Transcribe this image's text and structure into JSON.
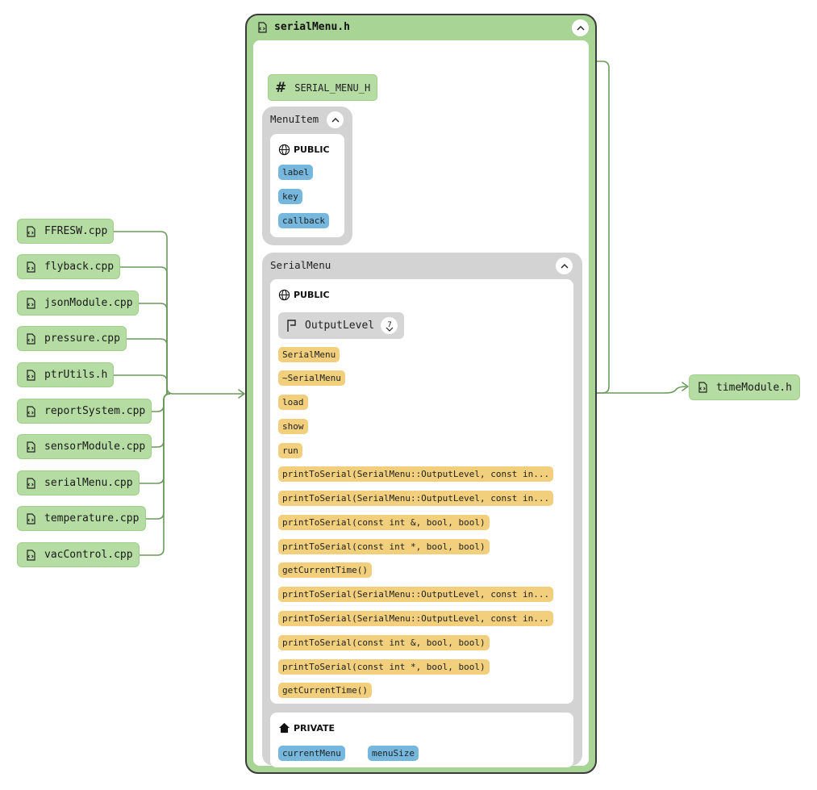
{
  "includers": [
    {
      "label": "FFRESW.cpp"
    },
    {
      "label": "flyback.cpp"
    },
    {
      "label": "jsonModule.cpp"
    },
    {
      "label": "pressure.cpp"
    },
    {
      "label": "ptrUtils.h"
    },
    {
      "label": "reportSystem.cpp"
    },
    {
      "label": "sensorModule.cpp"
    },
    {
      "label": "serialMenu.cpp"
    },
    {
      "label": "temperature.cpp"
    },
    {
      "label": "vacControl.cpp"
    }
  ],
  "file": {
    "title": "serialMenu.h",
    "macro": "SERIAL_MENU_H",
    "menu_item": {
      "name": "MenuItem",
      "public_label": "PUBLIC",
      "members": [
        "label",
        "key",
        "callback"
      ]
    },
    "serial_menu": {
      "name": "SerialMenu",
      "public_label": "PUBLIC",
      "enum": {
        "name": "OutputLevel",
        "badge": "7"
      },
      "methods": [
        "SerialMenu",
        "~SerialMenu",
        "load",
        "show",
        "run",
        "printToSerial(SerialMenu::OutputLevel, const in...",
        "printToSerial(SerialMenu::OutputLevel, const in...",
        "printToSerial(const int &, bool, bool)",
        "printToSerial(const int *, bool, bool)",
        "getCurrentTime()",
        "printToSerial(SerialMenu::OutputLevel, const in...",
        "printToSerial(SerialMenu::OutputLevel, const in...",
        "printToSerial(const int &, bool, bool)",
        "printToSerial(const int *, bool, bool)",
        "getCurrentTime()"
      ],
      "private_label": "PRIVATE",
      "private_members": [
        "currentMenu",
        "menuSize"
      ]
    }
  },
  "dependency": {
    "label": "timeModule.h"
  },
  "colors": {
    "file_node": "#b5dca2",
    "edge": "#6b9a5c",
    "class_bg": "#d3d3d3",
    "field": "#76b7de",
    "method": "#f2cf7c"
  }
}
